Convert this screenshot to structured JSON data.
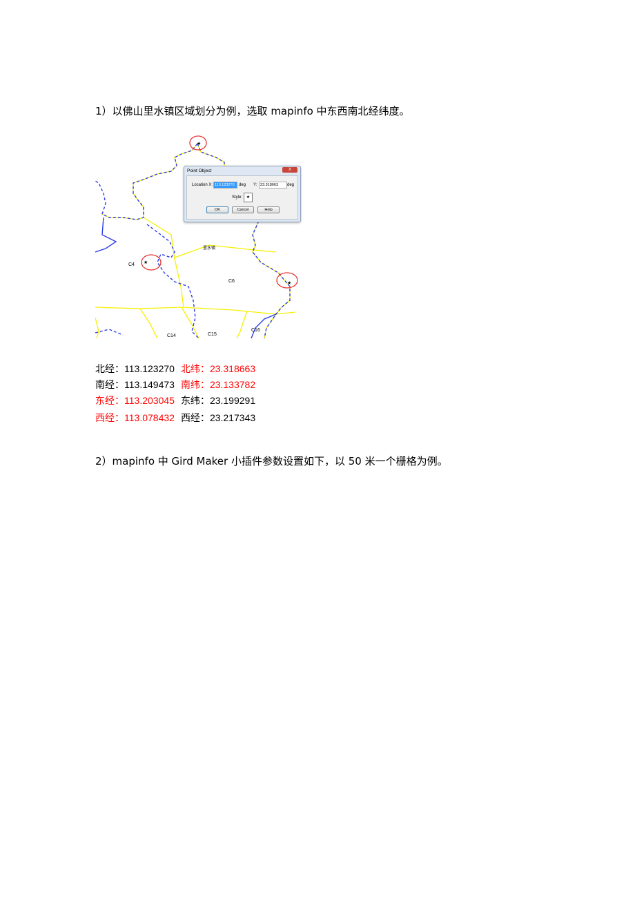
{
  "step1": {
    "text": "1）以佛山里水镇区域划分为例，选取 mapinfo 中东西南北经纬度。"
  },
  "map": {
    "region_labels": [
      "C4",
      "C6",
      "C14",
      "C15",
      "C16"
    ],
    "town_label": "里水镇",
    "dialog": {
      "title": "Point Object",
      "close": "X",
      "location_x_label": "Location X:",
      "location_x_value": "113.123270",
      "deg1": "deg",
      "y_label": "Y:",
      "y_value": "23.318663",
      "deg2": "deg",
      "style_label": "Style:",
      "style_symbol": "★",
      "ok": "OK",
      "cancel": "Cancel",
      "help": "Help"
    },
    "colors": {
      "boundary": "#2b3be8",
      "road": "#f5f000",
      "marker_circle": "#e83030"
    }
  },
  "coords": [
    {
      "a_label": "北经：",
      "a_value": "113.123270",
      "a_red": false,
      "b_label": "北纬：",
      "b_value": "23.318663",
      "b_red": true
    },
    {
      "a_label": "南经：",
      "a_value": "113.149473",
      "a_red": false,
      "b_label": "南纬：",
      "b_value": "23.133782",
      "b_red": true
    },
    {
      "a_label": "东经：",
      "a_value": "113.203045",
      "a_red": true,
      "b_label": "东纬：",
      "b_value": "23.199291",
      "b_red": false
    },
    {
      "a_label": "西经：",
      "a_value": "113.078432",
      "a_red": true,
      "b_label": "西经：",
      "b_value": "23.217343",
      "b_red": false
    }
  ],
  "step2": {
    "text": "2）mapinfo 中 Gird Maker 小插件参数设置如下，以 50 米一个栅格为例。"
  }
}
